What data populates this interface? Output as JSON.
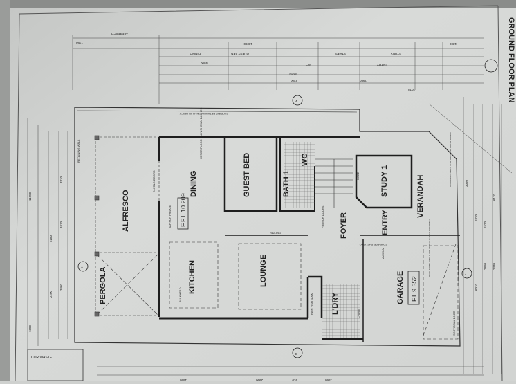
{
  "title": "GROUND FLOOR PLAN",
  "rooms": {
    "alfresco": "ALFRESCO",
    "pergola": "PERGOLA",
    "dining": "DINING",
    "kitchen": "KITCHEN",
    "guest_bed": "GUEST BED",
    "bath": "BATH 1",
    "wc": "WC",
    "lounge": "LOUNGE",
    "foyer": "FOYER",
    "study": "STUDY 1",
    "entry": "ENTRY",
    "verandah": "VERANDAH",
    "garage": "GARAGE",
    "laundry": "L'DRY"
  },
  "levels": {
    "main_ffl": "F.F.L 10.209",
    "garage_fl": "F.L 9.352"
  },
  "notes": {
    "bifold_doors": "BI-FOLD DOORS",
    "tap_fridge": "TAP FOR FRIDGE",
    "upper_floor": "UPPER FLOOR PLAN SHOWN DASHED",
    "french_doors": "FRENCH DOORS",
    "storage_shelving": "STORAGE SHELVING",
    "sectional_door": "SECTIONAL DOOR",
    "pivot_frame": "PIVOT FRAME SINGLE WITH SINGLE GLAZED SIDE PANEL",
    "retaining_wall": "RETAINING WALL",
    "railing": "RAILING",
    "bulkhead": "BULKHEAD",
    "rain_fish_tank": "RAIN FISH TANK",
    "chute": "CHUTE",
    "vacuum": "VACUUM",
    "robe": "ROBE",
    "sloping_wall": "SLOPING RETAINING WALL IN BRICK",
    "boundary_note": "ALL BROKEN PIERS TO BE BRICK AND ABOVE 300x300",
    "waste_note": "COR WASTE"
  },
  "top_dimensions": [
    "13090",
    "1350",
    "ALFRESCO",
    "DINING",
    "GUEST BED",
    "STAIRS",
    "STUDY",
    "ENTRY",
    "WC",
    "BATH",
    "4000",
    "2200",
    "1980",
    "3070",
    "1800"
  ],
  "side_dimensions": [
    "11950",
    "3310",
    "3410",
    "3460",
    "5180",
    "1800",
    "2200",
    "6010",
    "2860",
    "2370",
    "6170",
    "3050",
    "1820",
    "1520"
  ],
  "bottom_dimensions": [
    "1550",
    "2990",
    "910",
    "1560"
  ],
  "section_markers": [
    "A",
    "4",
    "B",
    "4"
  ]
}
